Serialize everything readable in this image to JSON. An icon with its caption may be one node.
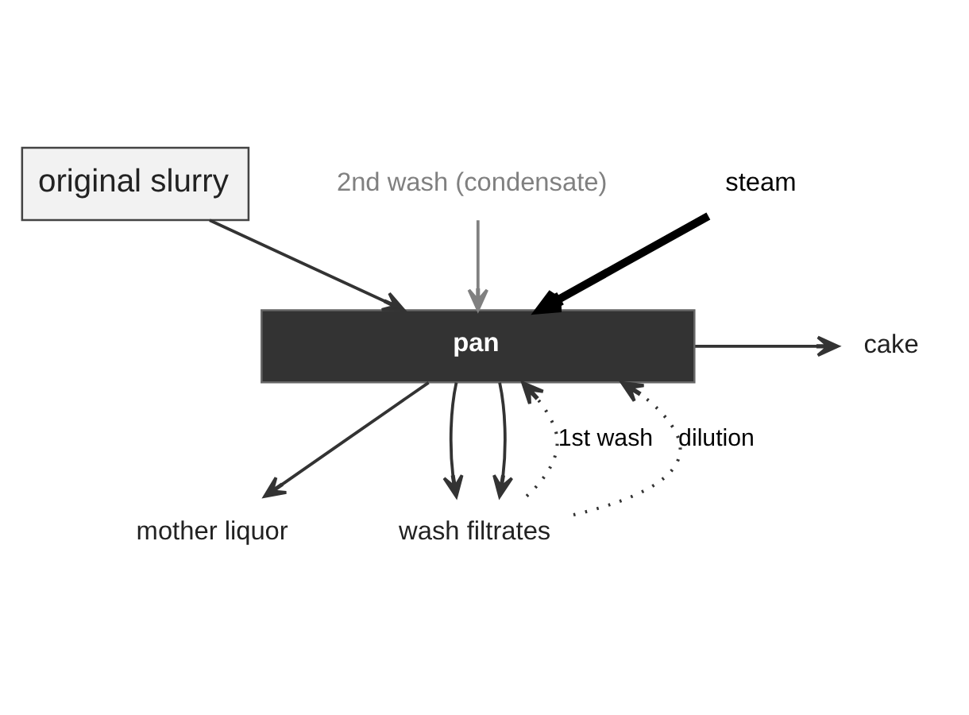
{
  "diagram": {
    "nodes": [
      {
        "text": [
          "original slurry"
        ]
      },
      {
        "text": [
          "2nd wash (condensate)"
        ]
      },
      {
        "text": [
          "steam"
        ]
      },
      {
        "text": [
          "pan"
        ]
      },
      {
        "text": [
          "cake"
        ]
      },
      {
        "text": [
          "mother liquor"
        ]
      },
      {
        "text": [
          "wash filtrates"
        ]
      }
    ],
    "edges": [
      {
        "from": 0,
        "to": 3,
        "arrow": "to"
      },
      {
        "from": 1,
        "to": 3,
        "arrow": "to",
        "color": "#808080"
      },
      {
        "from": 2,
        "to": 3,
        "arrow": "to",
        "color": "#000000",
        "style": "thick"
      },
      {
        "from": 3,
        "to": 4,
        "arrow": "to"
      },
      {
        "from": 3,
        "to": 5,
        "arrow": "to"
      },
      {
        "from": 3,
        "to": 6,
        "arrow": "to"
      },
      {
        "from": 3,
        "to": 6,
        "arrow": "to"
      },
      {
        "from": 6,
        "to": 3,
        "arrow": "to",
        "style": "dashed",
        "label": "1st wash"
      },
      {
        "from": 6,
        "to": 3,
        "arrow": "to",
        "style": "dashed",
        "label": "dilution"
      }
    ]
  }
}
